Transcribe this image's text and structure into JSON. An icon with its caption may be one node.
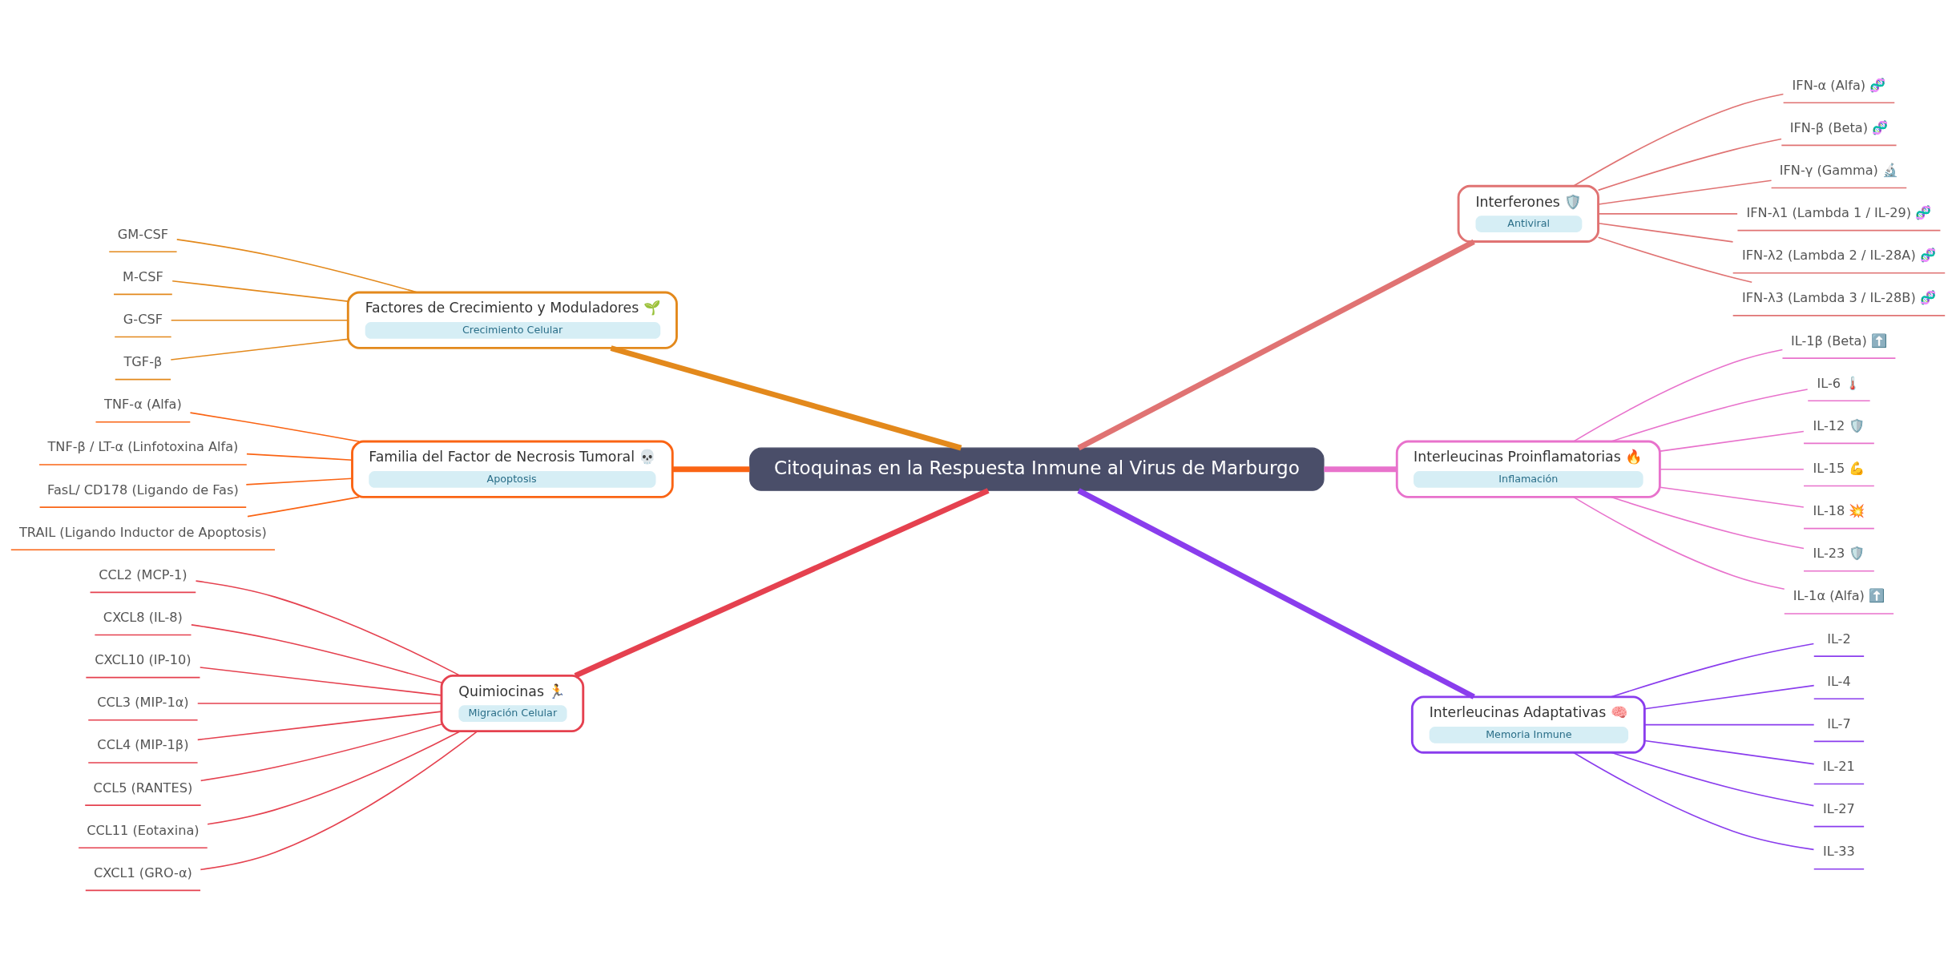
{
  "diagram": {
    "nodes": [
      {
        "text": [
          "Citoquinas en la Respuesta Inmune al Virus de Marburgo"
        ]
      },
      {
        "text": [
          "Factores de Crecimiento y Moduladores 🌱",
          "Crecimiento Celular"
        ]
      },
      {
        "text": [
          "GM-CSF"
        ]
      },
      {
        "text": [
          "M-CSF"
        ]
      },
      {
        "text": [
          "G-CSF"
        ]
      },
      {
        "text": [
          "TGF-β"
        ]
      },
      {
        "text": [
          "Familia del Factor de Necrosis Tumoral 💀",
          "Apoptosis"
        ]
      },
      {
        "text": [
          "TNF-α (Alfa)"
        ]
      },
      {
        "text": [
          "TNF-β / LT-α (Linfotoxina Alfa)"
        ]
      },
      {
        "text": [
          "FasL/ CD178 (Ligando de Fas)"
        ]
      },
      {
        "text": [
          "TRAIL (Ligando Inductor de Apoptosis)"
        ]
      },
      {
        "text": [
          "Quimiocinas 🏃",
          "Migración Celular"
        ]
      },
      {
        "text": [
          "CCL2 (MCP-1)"
        ]
      },
      {
        "text": [
          "CXCL8 (IL-8)"
        ]
      },
      {
        "text": [
          "CXCL10 (IP-10)"
        ]
      },
      {
        "text": [
          "CCL3 (MIP-1α)"
        ]
      },
      {
        "text": [
          "CCL4 (MIP-1β)"
        ]
      },
      {
        "text": [
          "CCL5 (RANTES)"
        ]
      },
      {
        "text": [
          "CCL11 (Eotaxina)"
        ]
      },
      {
        "text": [
          "CXCL1 (GRO-α)"
        ]
      },
      {
        "text": [
          "Interferones 🛡️",
          "Antiviral"
        ]
      },
      {
        "text": [
          "IFN-α (Alfa) 🧬"
        ]
      },
      {
        "text": [
          "IFN-β (Beta) 🧬"
        ]
      },
      {
        "text": [
          "IFN-γ (Gamma) 🔬"
        ]
      },
      {
        "text": [
          "IFN-λ1 (Lambda 1 / IL-29) 🧬"
        ]
      },
      {
        "text": [
          "IFN-λ2 (Lambda 2 / IL-28A) 🧬"
        ]
      },
      {
        "text": [
          "IFN-λ3 (Lambda 3 / IL-28B) 🧬"
        ]
      },
      {
        "text": [
          "Interleucinas Proinflamatorias 🔥",
          "Inflamación"
        ]
      },
      {
        "text": [
          "IL-1β (Beta) ⬆️"
        ]
      },
      {
        "text": [
          "IL-6 🌡️"
        ]
      },
      {
        "text": [
          "IL-12 🛡️"
        ]
      },
      {
        "text": [
          "IL-15 💪"
        ]
      },
      {
        "text": [
          "IL-18 💥"
        ]
      },
      {
        "text": [
          "IL-23 🛡️"
        ]
      },
      {
        "text": [
          "IL-1α (Alfa) ⬆️"
        ]
      },
      {
        "text": [
          "Interleucinas Adaptativas 🧠",
          "Memoria Inmune"
        ]
      },
      {
        "text": [
          "IL-2"
        ]
      },
      {
        "text": [
          "IL-4"
        ]
      },
      {
        "text": [
          "IL-7"
        ]
      },
      {
        "text": [
          "IL-21"
        ]
      },
      {
        "text": [
          "IL-27"
        ]
      },
      {
        "text": [
          "IL-33"
        ]
      }
    ],
    "edges": [
      {
        "from": 0,
        "to": 1,
        "arrow": "none",
        "style": "thick",
        "color": "#e3891c"
      },
      {
        "from": 1,
        "to": 2,
        "arrow": "none",
        "color": "#e3891c"
      },
      {
        "from": 1,
        "to": 3,
        "arrow": "none",
        "color": "#e3891c"
      },
      {
        "from": 1,
        "to": 4,
        "arrow": "none",
        "color": "#e3891c"
      },
      {
        "from": 1,
        "to": 5,
        "arrow": "none",
        "color": "#e3891c"
      },
      {
        "from": 0,
        "to": 6,
        "arrow": "none",
        "style": "thick",
        "color": "#fa6414"
      },
      {
        "from": 6,
        "to": 7,
        "arrow": "none",
        "color": "#fa6414"
      },
      {
        "from": 6,
        "to": 8,
        "arrow": "none",
        "color": "#fa6414"
      },
      {
        "from": 6,
        "to": 9,
        "arrow": "none",
        "color": "#fa6414"
      },
      {
        "from": 6,
        "to": 10,
        "arrow": "none",
        "color": "#fa6414"
      },
      {
        "from": 0,
        "to": 11,
        "arrow": "none",
        "style": "thick",
        "color": "#e5414f"
      },
      {
        "from": 11,
        "to": 12,
        "arrow": "none",
        "color": "#e5414f"
      },
      {
        "from": 11,
        "to": 13,
        "arrow": "none",
        "color": "#e5414f"
      },
      {
        "from": 11,
        "to": 14,
        "arrow": "none",
        "color": "#e5414f"
      },
      {
        "from": 11,
        "to": 15,
        "arrow": "none",
        "color": "#e5414f"
      },
      {
        "from": 11,
        "to": 16,
        "arrow": "none",
        "color": "#e5414f"
      },
      {
        "from": 11,
        "to": 17,
        "arrow": "none",
        "color": "#e5414f"
      },
      {
        "from": 11,
        "to": 18,
        "arrow": "none",
        "color": "#e5414f"
      },
      {
        "from": 11,
        "to": 19,
        "arrow": "none",
        "color": "#e5414f"
      },
      {
        "from": 0,
        "to": 20,
        "arrow": "none",
        "style": "thick",
        "color": "#e07373"
      },
      {
        "from": 20,
        "to": 21,
        "arrow": "none",
        "color": "#e07373"
      },
      {
        "from": 20,
        "to": 22,
        "arrow": "none",
        "color": "#e07373"
      },
      {
        "from": 20,
        "to": 23,
        "arrow": "none",
        "color": "#e07373"
      },
      {
        "from": 20,
        "to": 24,
        "arrow": "none",
        "color": "#e07373"
      },
      {
        "from": 20,
        "to": 25,
        "arrow": "none",
        "color": "#e07373"
      },
      {
        "from": 20,
        "to": 26,
        "arrow": "none",
        "color": "#e07373"
      },
      {
        "from": 0,
        "to": 27,
        "arrow": "none",
        "style": "thick",
        "color": "#e872cc"
      },
      {
        "from": 27,
        "to": 28,
        "arrow": "none",
        "color": "#e872cc"
      },
      {
        "from": 27,
        "to": 29,
        "arrow": "none",
        "color": "#e872cc"
      },
      {
        "from": 27,
        "to": 30,
        "arrow": "none",
        "color": "#e872cc"
      },
      {
        "from": 27,
        "to": 31,
        "arrow": "none",
        "color": "#e872cc"
      },
      {
        "from": 27,
        "to": 32,
        "arrow": "none",
        "color": "#e872cc"
      },
      {
        "from": 27,
        "to": 33,
        "arrow": "none",
        "color": "#e872cc"
      },
      {
        "from": 27,
        "to": 34,
        "arrow": "none",
        "color": "#e872cc"
      },
      {
        "from": 0,
        "to": 35,
        "arrow": "none",
        "style": "thick",
        "color": "#8a3ded"
      },
      {
        "from": 35,
        "to": 36,
        "arrow": "none",
        "color": "#8a3ded"
      },
      {
        "from": 35,
        "to": 37,
        "arrow": "none",
        "color": "#8a3ded"
      },
      {
        "from": 35,
        "to": 38,
        "arrow": "none",
        "color": "#8a3ded"
      },
      {
        "from": 35,
        "to": 39,
        "arrow": "none",
        "color": "#8a3ded"
      },
      {
        "from": 35,
        "to": 40,
        "arrow": "none",
        "color": "#8a3ded"
      },
      {
        "from": 35,
        "to": 41,
        "arrow": "none",
        "color": "#8a3ded"
      }
    ]
  }
}
